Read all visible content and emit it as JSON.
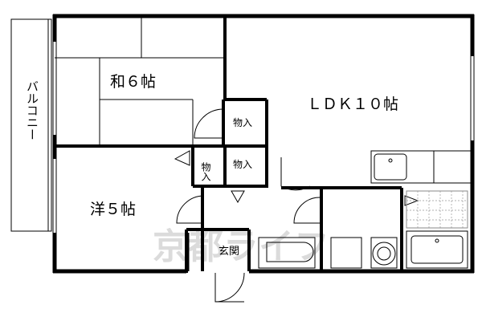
{
  "rooms": {
    "washitsu": "和６帖",
    "ldk": "ＬＤＫ１０帖",
    "youshitsu": "洋５帖",
    "storage_upper": "物入",
    "storage_mid": "物入",
    "storage_small": "物\n入",
    "genkan": "玄関",
    "balcony": "バルコニー"
  },
  "watermark": "京都ライフ",
  "colors": {
    "wall": "#000000",
    "fixture": "#555555",
    "watermark": "#d8d8d8",
    "tile": "#888888"
  }
}
